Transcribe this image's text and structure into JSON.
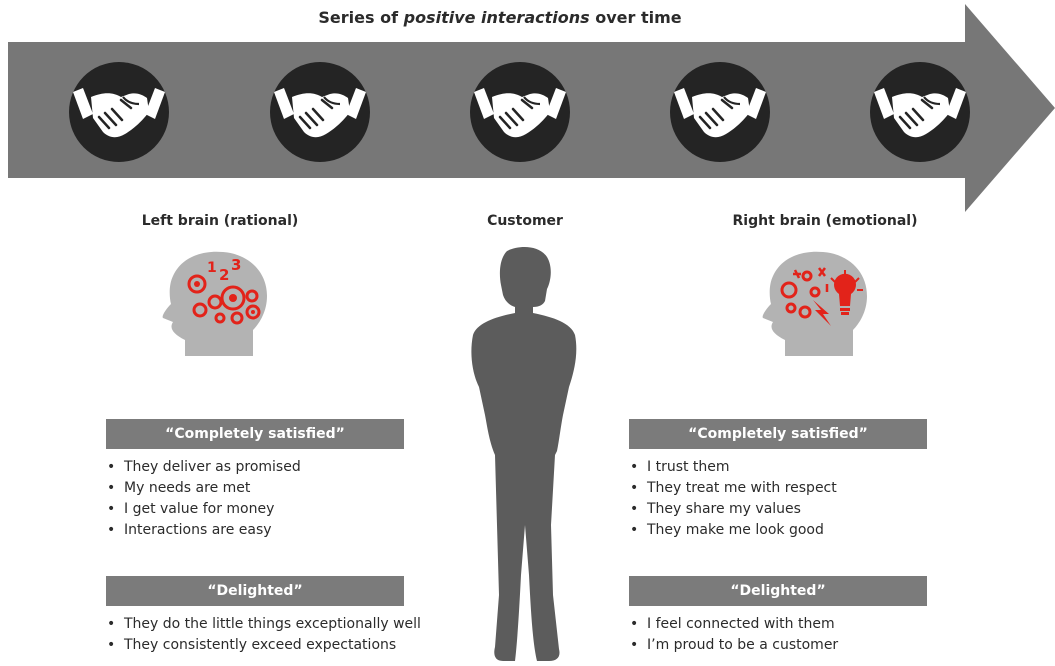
{
  "title": {
    "before": "Series of ",
    "emphasis": "positive interactions",
    "after": " over time"
  },
  "colors": {
    "arrow": "#777777",
    "circle": "#242424",
    "bar": "#7b7b7b",
    "figure": "#5c5c5c",
    "head": "#b3b3b3",
    "accent": "#e2231a"
  },
  "icons": [
    "handshake-icon",
    "handshake-icon",
    "handshake-icon",
    "handshake-icon",
    "handshake-icon"
  ],
  "left": {
    "heading": "Left brain (rational)",
    "satisfied": {
      "label": "“Completely satisfied”",
      "items": [
        "They deliver as promised",
        "My needs are met",
        "I get value for money",
        "Interactions are easy"
      ]
    },
    "delighted": {
      "label": "“Delighted”",
      "items": [
        "They do the little things exceptionally well",
        "They consistently exceed expectations"
      ]
    }
  },
  "center": {
    "heading": "Customer"
  },
  "right": {
    "heading": "Right brain (emotional)",
    "satisfied": {
      "label": "“Completely satisfied”",
      "items": [
        "I trust them",
        "They treat me with respect",
        "They share my values",
        "They make me look good"
      ]
    },
    "delighted": {
      "label": "“Delighted”",
      "items": [
        "I feel connected with them",
        "I’m proud to be a customer"
      ]
    }
  }
}
